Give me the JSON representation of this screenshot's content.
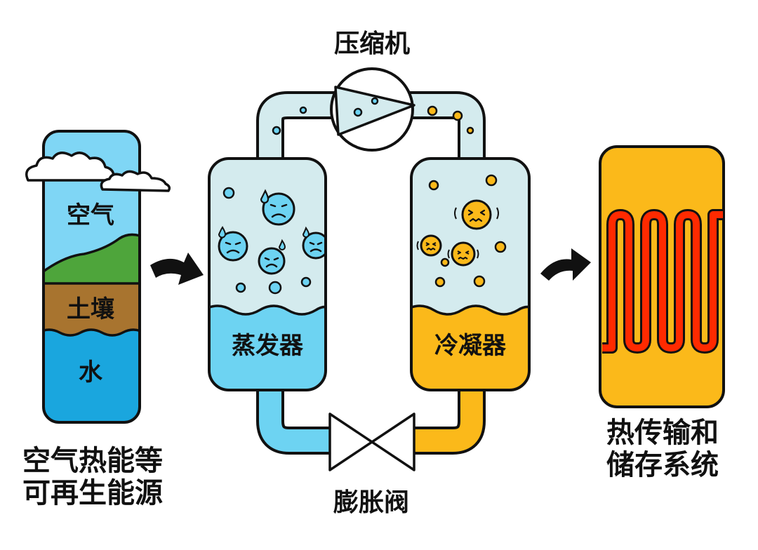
{
  "labels": {
    "compressor": "压缩机",
    "air": "空气",
    "soil": "土壤",
    "water": "水",
    "evaporator": "蒸发器",
    "condenser": "冷凝器",
    "expansion_valve": "膨胀阀",
    "source_line1": "空气热能等",
    "source_line2": "可再生能源",
    "storage_line1": "热传输和",
    "storage_line2": "储存系统"
  },
  "colors": {
    "cold": "#6dd3f2",
    "cold_light": "#d4ebee",
    "warm": "#fbb91a",
    "sky": "#7fd6f5",
    "grass": "#4ea53b",
    "soil": "#a8742f",
    "water": "#1aa6de",
    "coil": "#ff2a00",
    "outline": "#111111"
  },
  "icons": {
    "source_arrow": "curved-arrow-right-icon",
    "output_arrow": "curved-arrow-right-icon",
    "cold_bubble_faces": "sad-face-icon",
    "hot_bubble_faces": "dizzy-face-icon"
  }
}
